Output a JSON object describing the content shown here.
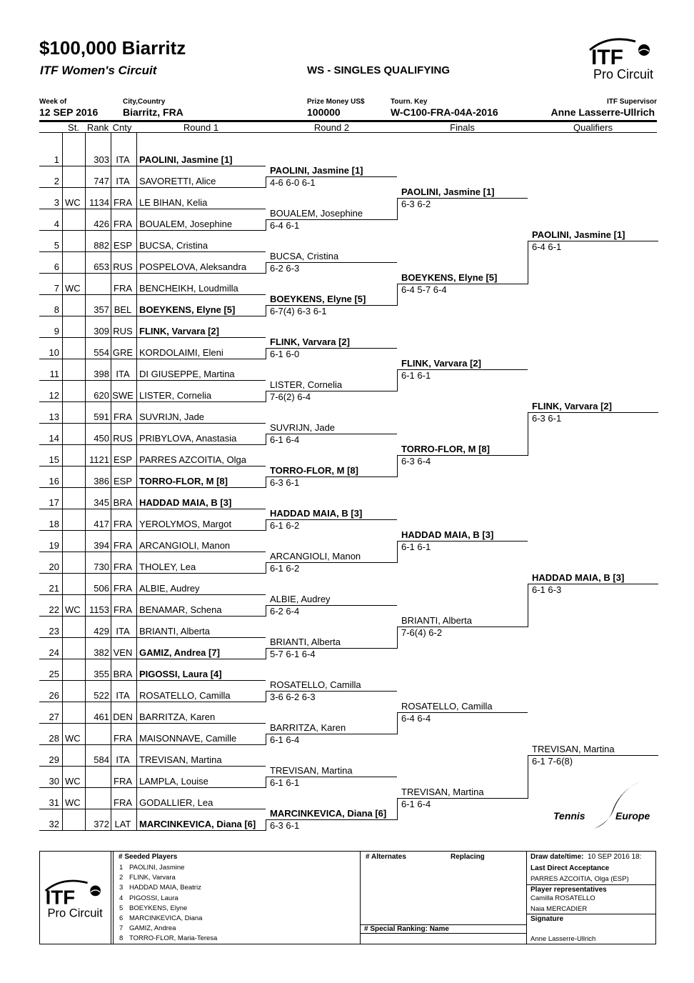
{
  "header": {
    "title": "$100,000 Biarritz",
    "circuit": "ITF Women's Circuit",
    "event": "WS - SINGLES QUALIFYING",
    "logo_text": "ITF Pro Circuit"
  },
  "info": {
    "week_label": "Week of",
    "week": "12 SEP 2016",
    "city_label": "City,Country",
    "city": "Biarritz, FRA",
    "prize_label": "Prize Money US$",
    "prize": "100000",
    "key_label": "Tourn. Key",
    "key": "W-C100-FRA-04A-2016",
    "supervisor_label": "ITF Supervisor",
    "supervisor": "Anne Lasserre-Ullrich"
  },
  "columns": {
    "st": "St.",
    "rank": "Rank",
    "cnty": "Cnty",
    "r1": "Round  1",
    "r2": "Round  2",
    "finals": "Finals",
    "qualifiers": "Qualifiers"
  },
  "players": [
    {
      "n": "1",
      "st": "",
      "rank": "303",
      "cnty": "ITA",
      "name": "PAOLINI, Jasmine [1]"
    },
    {
      "n": "2",
      "st": "",
      "rank": "747",
      "cnty": "ITA",
      "name": "SAVORETTI, Alice"
    },
    {
      "n": "3",
      "st": "WC",
      "rank": "1134",
      "cnty": "FRA",
      "name": "LE BIHAN, Kelia"
    },
    {
      "n": "4",
      "st": "",
      "rank": "426",
      "cnty": "FRA",
      "name": "BOUALEM, Josephine"
    },
    {
      "n": "5",
      "st": "",
      "rank": "882",
      "cnty": "ESP",
      "name": "BUCSA, Cristina"
    },
    {
      "n": "6",
      "st": "",
      "rank": "653",
      "cnty": "RUS",
      "name": "POSPELOVA, Aleksandra"
    },
    {
      "n": "7",
      "st": "WC",
      "rank": "",
      "cnty": "FRA",
      "name": "BENCHEIKH, Loudmilla"
    },
    {
      "n": "8",
      "st": "",
      "rank": "357",
      "cnty": "BEL",
      "name": "BOEYKENS, Elyne [5]"
    },
    {
      "n": "9",
      "st": "",
      "rank": "309",
      "cnty": "RUS",
      "name": "FLINK, Varvara [2]"
    },
    {
      "n": "10",
      "st": "",
      "rank": "554",
      "cnty": "GRE",
      "name": "KORDOLAIMI, Eleni"
    },
    {
      "n": "11",
      "st": "",
      "rank": "398",
      "cnty": "ITA",
      "name": "DI GIUSEPPE, Martina"
    },
    {
      "n": "12",
      "st": "",
      "rank": "620",
      "cnty": "SWE",
      "name": "LISTER, Cornelia"
    },
    {
      "n": "13",
      "st": "",
      "rank": "591",
      "cnty": "FRA",
      "name": "SUVRIJN, Jade"
    },
    {
      "n": "14",
      "st": "",
      "rank": "450",
      "cnty": "RUS",
      "name": "PRIBYLOVA, Anastasia"
    },
    {
      "n": "15",
      "st": "",
      "rank": "1121",
      "cnty": "ESP",
      "name": "PARRES AZCOITIA, Olga"
    },
    {
      "n": "16",
      "st": "",
      "rank": "386",
      "cnty": "ESP",
      "name": "TORRO-FLOR, M [8]"
    },
    {
      "n": "17",
      "st": "",
      "rank": "345",
      "cnty": "BRA",
      "name": "HADDAD MAIA, B [3]"
    },
    {
      "n": "18",
      "st": "",
      "rank": "417",
      "cnty": "FRA",
      "name": "YEROLYMOS, Margot"
    },
    {
      "n": "19",
      "st": "",
      "rank": "394",
      "cnty": "FRA",
      "name": "ARCANGIOLI, Manon"
    },
    {
      "n": "20",
      "st": "",
      "rank": "730",
      "cnty": "FRA",
      "name": "THOLEY, Lea"
    },
    {
      "n": "21",
      "st": "",
      "rank": "506",
      "cnty": "FRA",
      "name": "ALBIE, Audrey"
    },
    {
      "n": "22",
      "st": "WC",
      "rank": "1153",
      "cnty": "FRA",
      "name": "BENAMAR, Schena"
    },
    {
      "n": "23",
      "st": "",
      "rank": "429",
      "cnty": "ITA",
      "name": "BRIANTI, Alberta"
    },
    {
      "n": "24",
      "st": "",
      "rank": "382",
      "cnty": "VEN",
      "name": "GAMIZ, Andrea [7]"
    },
    {
      "n": "25",
      "st": "",
      "rank": "355",
      "cnty": "BRA",
      "name": "PIGOSSI, Laura [4]"
    },
    {
      "n": "26",
      "st": "",
      "rank": "522",
      "cnty": "ITA",
      "name": "ROSATELLO, Camilla"
    },
    {
      "n": "27",
      "st": "",
      "rank": "461",
      "cnty": "DEN",
      "name": "BARRITZA, Karen"
    },
    {
      "n": "28",
      "st": "WC",
      "rank": "",
      "cnty": "FRA",
      "name": "MAISONNAVE, Camille"
    },
    {
      "n": "29",
      "st": "",
      "rank": "584",
      "cnty": "ITA",
      "name": "TREVISAN, Martina"
    },
    {
      "n": "30",
      "st": "WC",
      "rank": "",
      "cnty": "FRA",
      "name": "LAMPLA, Louise"
    },
    {
      "n": "31",
      "st": "WC",
      "rank": "",
      "cnty": "FRA",
      "name": "GODALLIER, Lea"
    },
    {
      "n": "32",
      "st": "",
      "rank": "372",
      "cnty": "LAT",
      "name": "MARCINKEVICA, Diana [6]"
    }
  ],
  "rounds": [
    [
      {
        "name": "PAOLINI, Jasmine [1]",
        "score": "4-6 6-0 6-1"
      },
      {
        "name": "BOUALEM, Josephine",
        "score": "6-4 6-1"
      },
      {
        "name": "BUCSA, Cristina",
        "score": "6-2 6-3"
      },
      {
        "name": "BOEYKENS, Elyne [5]",
        "score": "6-7(4) 6-3 6-1"
      },
      {
        "name": "FLINK, Varvara [2]",
        "score": "6-1 6-0"
      },
      {
        "name": "LISTER, Cornelia",
        "score": "7-6(2) 6-4"
      },
      {
        "name": "SUVRIJN, Jade",
        "score": "6-1 6-4"
      },
      {
        "name": "TORRO-FLOR, M [8]",
        "score": "6-3 6-1"
      },
      {
        "name": "HADDAD MAIA, B [3]",
        "score": "6-1 6-2"
      },
      {
        "name": "ARCANGIOLI, Manon",
        "score": "6-1 6-2"
      },
      {
        "name": "ALBIE, Audrey",
        "score": "6-2 6-4"
      },
      {
        "name": "BRIANTI, Alberta",
        "score": "5-7 6-1 6-4"
      },
      {
        "name": "ROSATELLO, Camilla",
        "score": "3-6 6-2 6-3"
      },
      {
        "name": "BARRITZA, Karen",
        "score": "6-1 6-4"
      },
      {
        "name": "TREVISAN, Martina",
        "score": "6-1 6-1"
      },
      {
        "name": "MARCINKEVICA, Diana [6]",
        "score": "6-3 6-1"
      }
    ],
    [
      {
        "name": "PAOLINI, Jasmine [1]",
        "score": "6-3 6-2"
      },
      {
        "name": "BOEYKENS, Elyne [5]",
        "score": "6-4 5-7 6-4"
      },
      {
        "name": "FLINK, Varvara [2]",
        "score": "6-1 6-1"
      },
      {
        "name": "TORRO-FLOR, M [8]",
        "score": "6-3 6-4"
      },
      {
        "name": "HADDAD MAIA, B [3]",
        "score": "6-1 6-1"
      },
      {
        "name": "BRIANTI, Alberta",
        "score": "7-6(4) 6-2"
      },
      {
        "name": "ROSATELLO, Camilla",
        "score": "6-4 6-4"
      },
      {
        "name": "TREVISAN, Martina",
        "score": "6-1 6-4"
      }
    ],
    [
      {
        "name": "PAOLINI, Jasmine [1]",
        "score": "6-4 6-1"
      },
      {
        "name": "FLINK, Varvara [2]",
        "score": "6-3 6-1"
      },
      {
        "name": "HADDAD MAIA, B [3]",
        "score": "6-1 6-3"
      },
      {
        "name": "TREVISAN, Martina",
        "score": "6-1 7-6(8)"
      }
    ]
  ],
  "footer": {
    "seeded_header": "#  Seeded Players",
    "seeds": [
      {
        "n": "1",
        "name": "PAOLINI, Jasmine"
      },
      {
        "n": "2",
        "name": "FLINK, Varvara"
      },
      {
        "n": "3",
        "name": "HADDAD MAIA, Beatriz"
      },
      {
        "n": "4",
        "name": "PIGOSSI, Laura"
      },
      {
        "n": "5",
        "name": "BOEYKENS, Elyne"
      },
      {
        "n": "6",
        "name": "MARCINKEVICA, Diana"
      },
      {
        "n": "7",
        "name": "GAMIZ, Andrea"
      },
      {
        "n": "8",
        "name": "TORRO-FLOR, Maria-Teresa"
      }
    ],
    "alternates": "# Alternates",
    "replacing": "Replacing",
    "special_ranking": "#  Special  Ranking:  Name",
    "draw_date_label": "Draw date/time:",
    "draw_date": "10 SEP 2016 18:",
    "lda_label": "Last Direct Acceptance",
    "lda": "PARRES AZCOITIA, Olga (ESP)",
    "reps_label": "Player representatives",
    "reps": [
      "Camilla ROSATELLO",
      "Naia MERCADIER"
    ],
    "signature_label": "Signature",
    "signature": "Anne Lasserre-Ullrich"
  },
  "tennis_europe": {
    "left": "Tennis",
    "right": "Europe"
  }
}
